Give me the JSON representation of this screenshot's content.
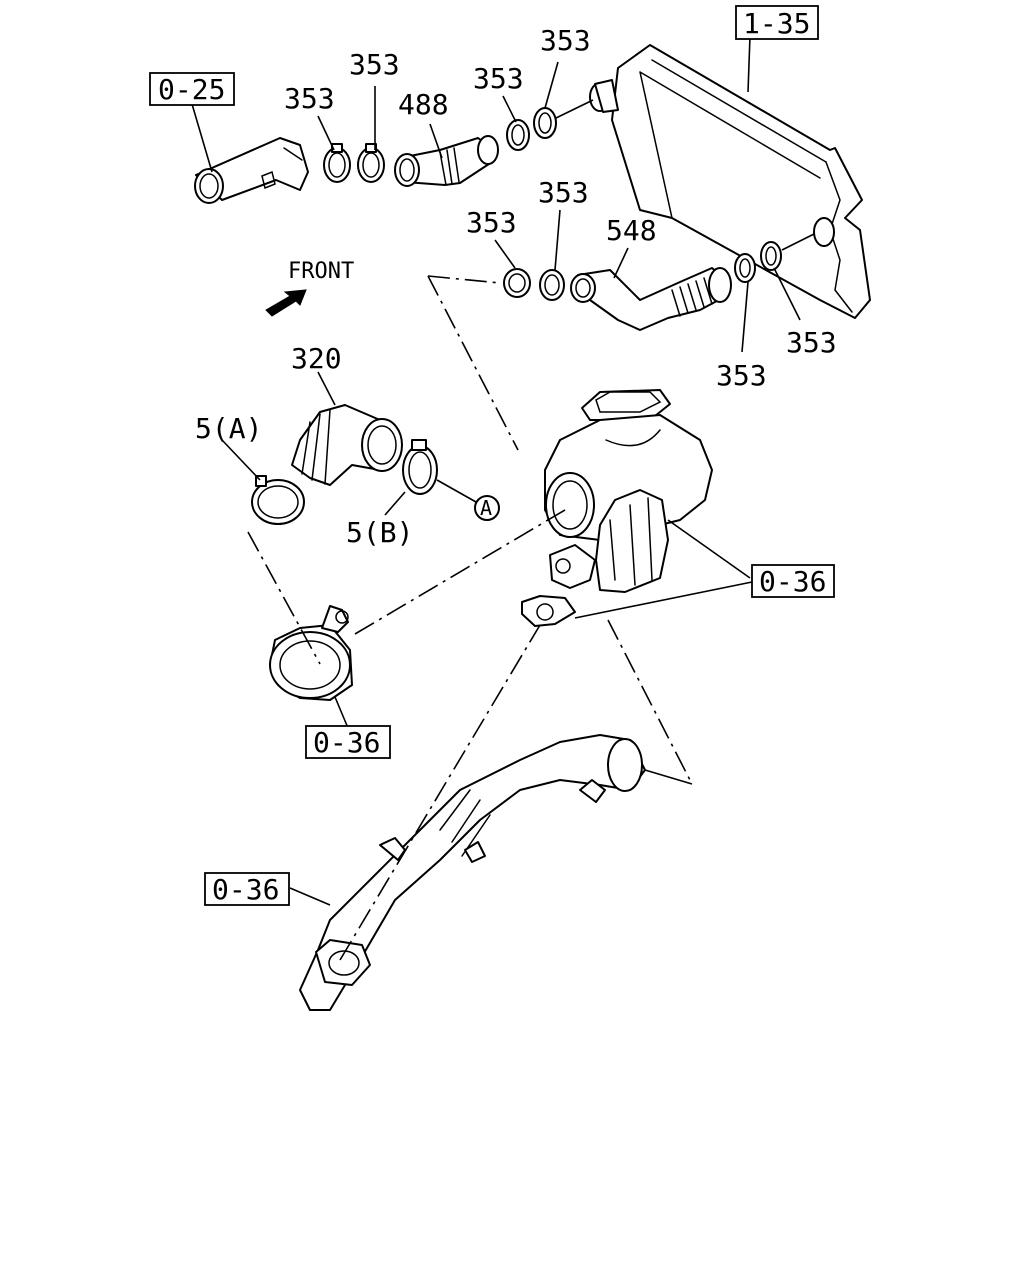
{
  "front_label": "FRONT",
  "circle_ref": "A",
  "refs": {
    "ref_0_25": "0-25",
    "ref_1_35": "1-35",
    "ref_0_36_right": "0-36",
    "ref_0_36_mid": "0-36",
    "ref_0_36_bottom": "0-36"
  },
  "labels": {
    "p353_a": "353",
    "p353_b": "353",
    "p353_c": "353",
    "p353_d": "353",
    "p488": "488",
    "p353_e": "353",
    "p353_f": "353",
    "p548": "548",
    "p353_g": "353",
    "p353_h": "353",
    "p320": "320",
    "p5a": "5(A)",
    "p5b": "5(B)"
  }
}
